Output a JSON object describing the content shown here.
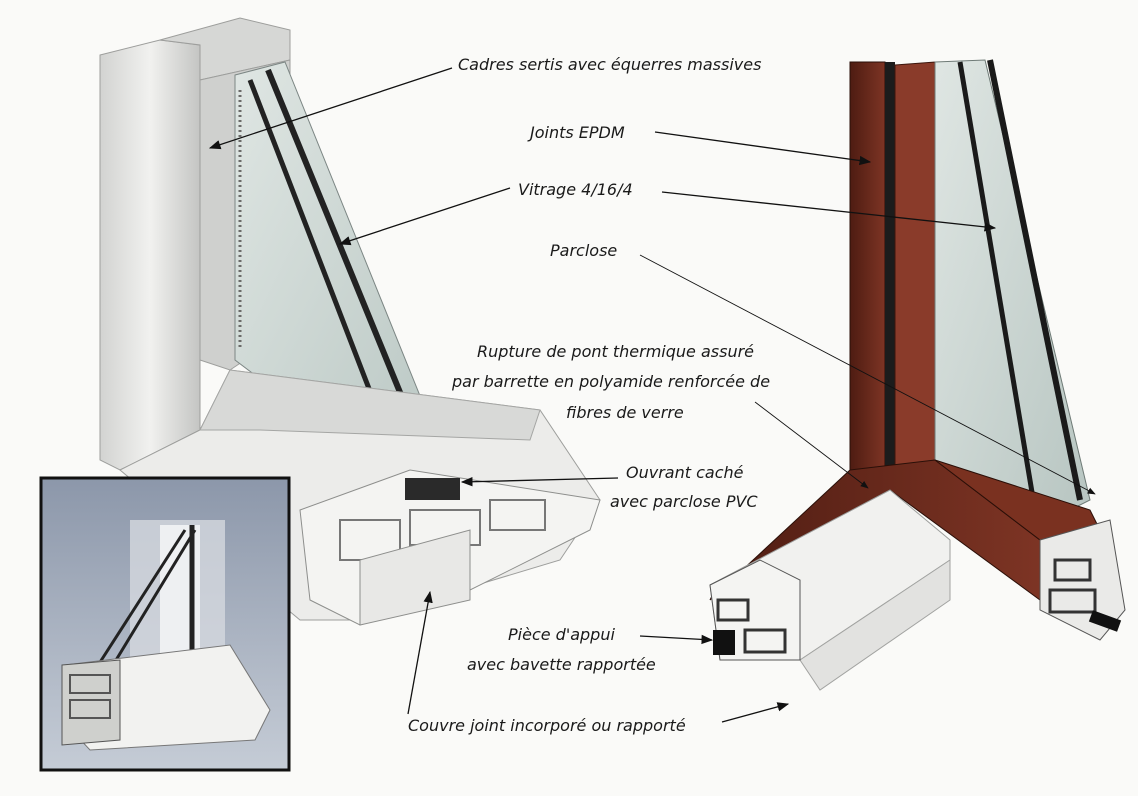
{
  "labels": {
    "cadres": "Cadres sertis avec équerres massives",
    "joints": "Joints EPDM",
    "vitrage": "Vitrage 4/16/4",
    "parclose": "Parclose",
    "rupture_l1": "Rupture de pont thermique assuré",
    "rupture_l2": "par barrette en polyamide renforcée de",
    "rupture_l3": "fibres de verre",
    "ouvrant_l1": "Ouvrant caché",
    "ouvrant_l2": "avec parclose PVC",
    "piece_l1": "Pièce d'appui",
    "piece_l2": "avec bavette rapportée",
    "couvre": "Couvre joint incorporé ou rapporté"
  },
  "colors": {
    "aluminium_white": "#e4e4e2",
    "aluminium_shadow": "#b9bab8",
    "glass": "#c8d6d2",
    "brown_frame": "#6b2a1c",
    "dark_seal": "#1c1c1c",
    "inset_background": "#9aa6b8"
  }
}
